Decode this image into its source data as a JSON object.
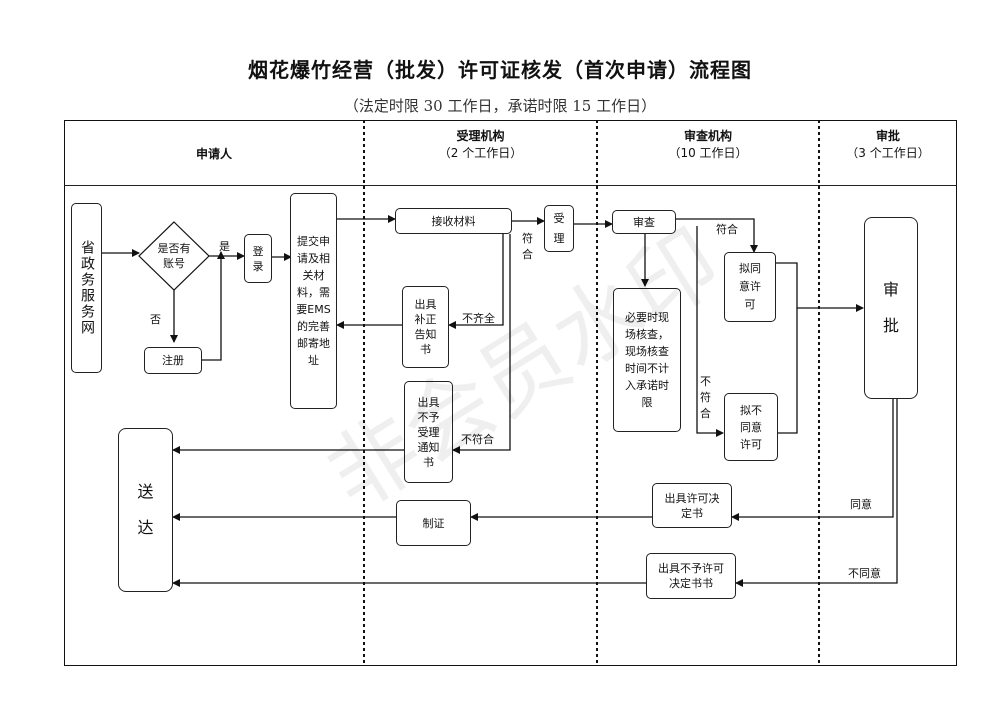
{
  "title": "烟花爆竹经营（批发）许可证核发（首次申请）流程图",
  "subtitle": "（法定时限 30 工作日，承诺时限 15 工作日）",
  "lanes": [
    {
      "name": "申请人",
      "sub": ""
    },
    {
      "name": "受理机构",
      "sub": "（2 个工作日）"
    },
    {
      "name": "审查机构",
      "sub": "（10 工作日）"
    },
    {
      "name": "审批",
      "sub": "（3 个工作日）"
    }
  ],
  "nodes": {
    "portal": "省政务服务网",
    "has_account": "是否有账号",
    "login": "登录",
    "register": "注册",
    "submit": "提交申请及相关材料，需要EMS的完善邮寄地址",
    "receive": "接收材料",
    "accept": "受理",
    "correction": "出具补正告知书",
    "reject_notice": "出具不予受理通知书",
    "review": "审查",
    "onsite": "必要时现场核查，现场核查时间不计入承诺时限",
    "propose_approve": "拟同意许可",
    "propose_deny": "拟不同意许可",
    "approval": "审批",
    "deliver": "送达",
    "certificate": "制证",
    "permit_decision": "出具许可决定书",
    "deny_decision": "出具不予许可决定书书"
  },
  "edge_labels": {
    "yes": "是",
    "no": "否",
    "qualified_1": "符合",
    "incomplete": "不齐全",
    "not_qualified_1": "不符合",
    "qualified_2": "符合",
    "not_qualified_2": "不符合",
    "agree": "同意",
    "disagree": "不同意"
  },
  "watermark": "非会员水印"
}
